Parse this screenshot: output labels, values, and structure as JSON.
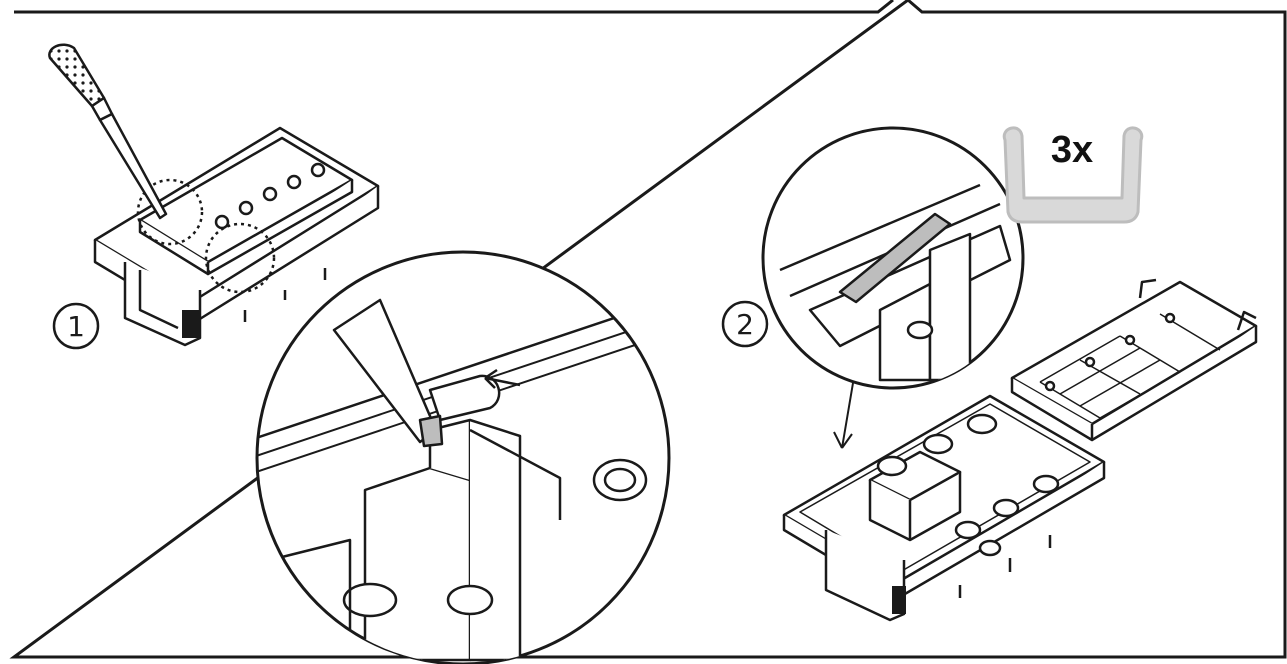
{
  "instruction_panel": {
    "steps": [
      {
        "number": "1"
      },
      {
        "number": "2"
      }
    ],
    "part_count": "3x",
    "colors": {
      "line": "#1a1a1a",
      "part_fill": "#d9d9d9",
      "gasket_gray": "#bdbdbd",
      "background": "#ffffff"
    }
  }
}
